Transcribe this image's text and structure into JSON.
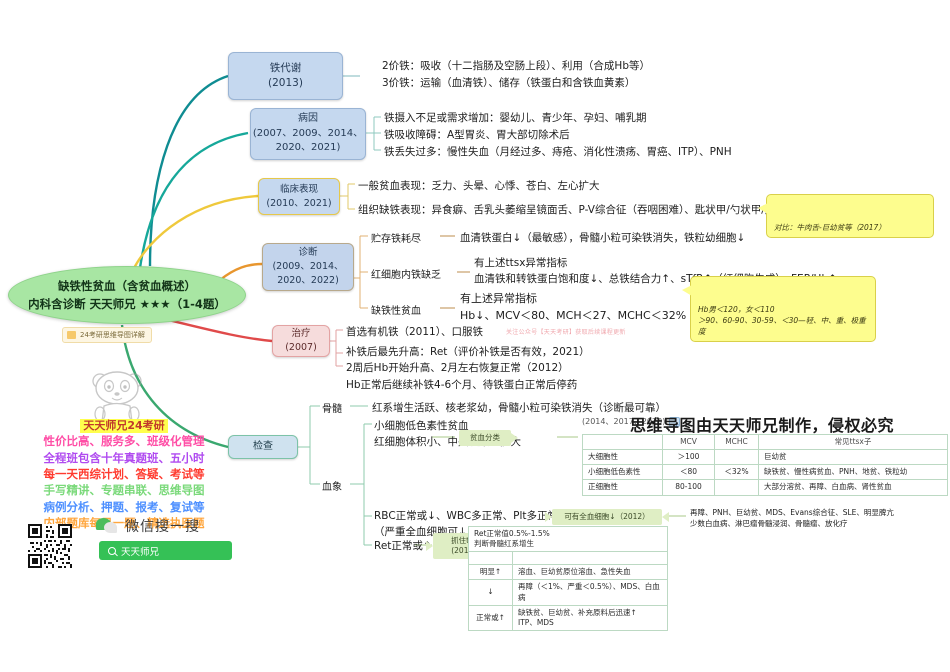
{
  "center": {
    "label": "缺铁性贫血（含贫血概述）\n内科含诊断 天天师兄 ★★★（1-4题）",
    "badge": "24考研思维导图详解",
    "color": "#a8e6a3"
  },
  "branches": [
    {
      "id": "iron-metabolism",
      "title": "铁代谢\n(2013)",
      "color": "#0f8c92",
      "leaves": [
        "2价铁：吸收（十二指肠及空肠上段）、利用（合成Hb等）",
        "3价铁：运输（血清铁）、储存（铁蛋白和含铁血黄素）"
      ]
    },
    {
      "id": "etiology",
      "title": "病因\n(2007、2009、2014、\n2020、2021)",
      "color": "#16a89a",
      "leaves": [
        "铁摄入不足或需求增加：婴幼儿、青少年、孕妇、哺乳期",
        "铁吸收障碍：A型胃炎、胃大部切除术后",
        "铁丢失过多：慢性失血（月经过多、痔疮、消化性溃疡、胃癌、ITP）、PNH"
      ]
    },
    {
      "id": "clinical",
      "title": "临床表现\n(2010、2021)",
      "color": "#efc93c",
      "leaves": [
        "一般贫血表现：乏力、头晕、心悸、苍白、左心扩大",
        "组织缺铁表现：异食癖、舌乳头萎缩呈镜面舌、P-V综合征（吞咽困难）、匙状甲/勺状甲/反甲、易感染"
      ],
      "callout": "对比：牛肉舌-巨幼贫等（2017）"
    },
    {
      "id": "diagnosis",
      "title": "诊断\n(2009、2014、\n2020、2022)",
      "color": "#e8962e",
      "subs": [
        {
          "label": "贮存铁耗尽",
          "text": "血清铁蛋白↓（最敏感），骨髓小粒可染铁消失，铁粒幼细胞↓"
        },
        {
          "label": "红细胞内铁缺乏",
          "text": "有上述ttsx异常指标\n血清铁和转铁蛋白饱和度↓、总铁结合力↑、sTfR↑（红细胞生成）、FEP/Hb↑"
        },
        {
          "label": "缺铁性贫血",
          "text": "有上述异常指标\nHb↓、MCV＜80、MCH＜27、MCHC＜32%"
        }
      ],
      "callout": "Hb男＜120，女＜110\n＞90、60-90、30-59、＜30—轻、中、重、极重度"
    },
    {
      "id": "treatment",
      "title": "治疗\n(2007)",
      "color": "#e04a4a",
      "leaves": [
        "首选有机铁（2011）、口服铁",
        "补铁后最先升高：Ret（评价补铁是否有效，2021）\n2周后Hb开始升高、2月左右恢复正常（2012）\nHb正常后继续补铁4-6个月、待铁蛋白正常后停药"
      ]
    },
    {
      "id": "examination",
      "title": "检查",
      "color": "#3aa86f",
      "groups": [
        {
          "label": "骨髓",
          "leaves": [
            "红系增生活跃、核老浆幼，骨髓小粒可染铁消失（诊断最可靠）"
          ]
        },
        {
          "label": "血象",
          "leaves": [
            "小细胞低色素性贫血\n红细胞体积小、中央淡染区扩大",
            "RBC正常或↓、WBC多正常、Plt多正常或↑\n（严重全血细胞可↓，2021）",
            "Ret正常或↑"
          ]
        }
      ]
    }
  ],
  "pills": [
    {
      "id": "anemia-classification",
      "text": "贫血分类"
    },
    {
      "id": "pancytopenia",
      "text": "可有全血细胞↓（2012）"
    },
    {
      "id": "ret-treasure",
      "text": "抓住ttsx小宝藏\n(2016、2019)"
    }
  ],
  "pancytopenia_note": "再障、PNH、巨幼贫、MDS、Evans综合征、SLE、明显脾亢\n少数白血病、淋巴瘤骨髓浸润、骨髓瘤、放化疗",
  "anemia_table": {
    "caption": "(2014、2017、2020)",
    "headers": [
      "",
      "MCV",
      "MCHC",
      "常见ttsx子"
    ],
    "rows": [
      [
        "大细胞性",
        "＞100",
        "",
        "巨幼贫"
      ],
      [
        "小细胞低色素性",
        "＜80",
        "＜32%",
        "缺铁贫、慢性病贫血、PNH、地贫、铁粒幼"
      ],
      [
        "正细胞性",
        "80-100",
        "",
        "大部分溶贫、再障、白血病、肾性贫血"
      ]
    ]
  },
  "ret_table": {
    "caption": "Ret正常值0.5%-1.5%\n判断骨髓红系增生",
    "rows": [
      [
        "明显↑",
        "溶血、巨幼贫原位溶血、急性失血"
      ],
      [
        "↓",
        "再障（＜1%、严重＜0.5%）、MDS、白血病"
      ],
      [
        "正常或↑",
        "缺铁贫、巨幼贫、补充原料后迅速↑\nITP、MDS"
      ]
    ]
  },
  "watermarks": {
    "big": "思维导图由天天师兄制作，侵权必究",
    "pink": "关注公众号【天天考研】获取后续课程更新"
  },
  "promo": {
    "title": "天天师兄24考研",
    "lines": [
      "性价比高、服务多、班级化管理",
      "全程班包含十年真题班、五小时",
      "每一天西综计划、答疑、考试等",
      "手写精讲、专题串联、思维导图",
      "病例分析、押题、报考、复试等",
      "内部题库每日一题、精选执医题"
    ],
    "wechat_label": "微信搜一搜",
    "wechat_search_value": "天天师兄"
  }
}
